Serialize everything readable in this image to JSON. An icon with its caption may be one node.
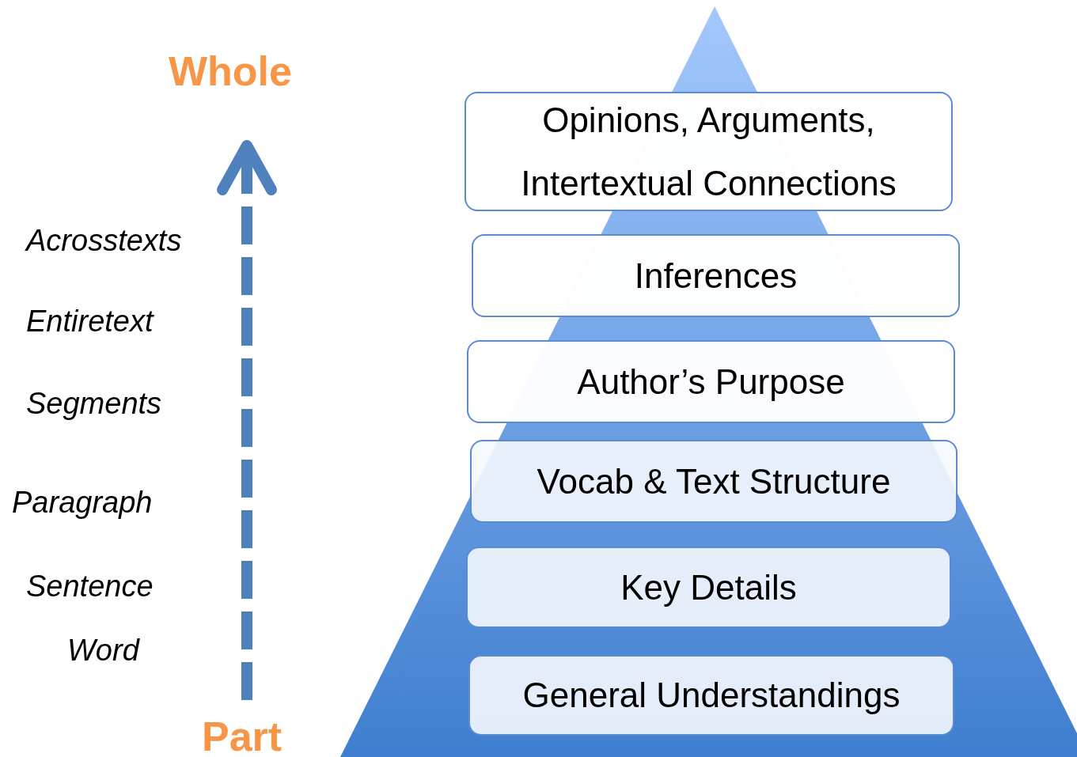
{
  "diagram": {
    "nodes": [
      {
        "text": [
          "Opinions, Arguments, Intertextual Connections"
        ]
      },
      {
        "text": [
          "Inferences"
        ]
      },
      {
        "text": [
          "Author’s Purpose"
        ]
      },
      {
        "text": [
          "Vocab & Text Structure"
        ]
      },
      {
        "text": [
          "Key Details"
        ]
      },
      {
        "text": [
          "General Understandings"
        ]
      }
    ],
    "labels": [
      "Whole",
      "Acrosstexts",
      "Entiretext",
      "Segments",
      "Paragraph",
      "Sentence",
      "Word",
      "Part"
    ]
  }
}
